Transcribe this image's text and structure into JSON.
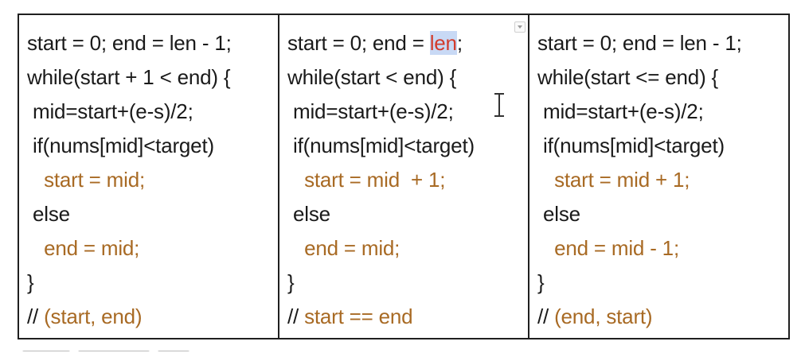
{
  "columns": [
    {
      "lines": [
        "start = 0; end = len - 1;",
        "while(start + 1 < end) {",
        " mid=start+(e-s)/2;",
        " if(nums[mid]<target)",
        "   start = mid;",
        " else",
        "   end = mid;",
        "}"
      ],
      "comment_prefix": "// ",
      "comment": "(start, end)"
    },
    {
      "line1_prefix": "start = 0; end = ",
      "line1_highlight": "len",
      "line1_suffix": ";",
      "lines": [
        "while(start < end) {",
        " mid=start+(e-s)/2;",
        " if(nums[mid]<target)",
        "   start = mid  + 1;",
        " else",
        "   end = mid;",
        "}"
      ],
      "comment_prefix": "// ",
      "comment": "start == end"
    },
    {
      "lines": [
        "start = 0; end = len - 1;",
        "while(start <= end) {",
        " mid=start+(e-s)/2;",
        " if(nums[mid]<target)",
        "   start = mid + 1;",
        " else",
        "   end = mid - 1;",
        "}"
      ],
      "comment_prefix": "// ",
      "comment": "(end, start)"
    }
  ],
  "colors": {
    "text": "#1a1a1a",
    "assignment": "#a86a24",
    "selection_bg": "#c8d9f5",
    "selection_text": "#d23b2c",
    "border": "#1f1f1f"
  },
  "icons": {
    "cursor": "text-cursor-icon",
    "corner": "dropdown-corner-icon"
  }
}
